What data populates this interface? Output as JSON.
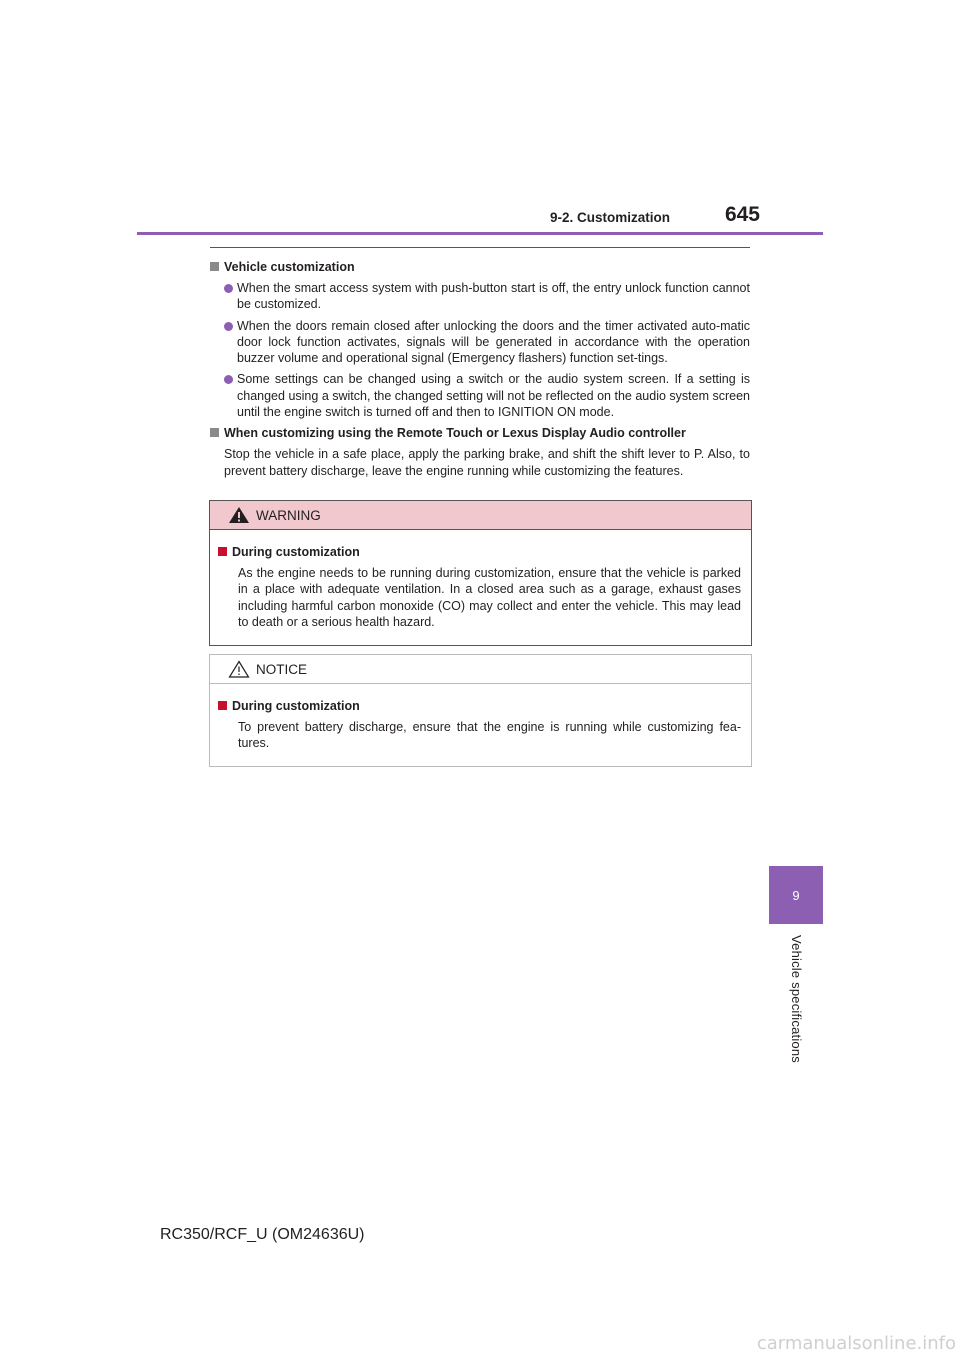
{
  "header": {
    "section": "9-2. Customization",
    "page_number": "645"
  },
  "sections": {
    "vehicle_customization": {
      "heading": "Vehicle customization",
      "bullets": [
        "When the smart access system with push-button start is off, the entry unlock function cannot be customized.",
        "When the doors remain closed after unlocking the doors and the timer activated auto-matic door lock function activates, signals will be generated in accordance with the operation buzzer volume and operational signal (Emergency flashers) function set-tings.",
        "Some settings can be changed using a switch or the audio system screen. If a setting is changed using a switch, the changed setting will not be reflected on the audio system screen until the engine switch is turned off and then to IGNITION ON mode."
      ]
    },
    "remote_touch": {
      "heading": "When customizing using the Remote Touch or Lexus Display Audio controller",
      "text": "Stop the vehicle in a safe place, apply the parking brake, and shift the shift lever to P. Also, to prevent battery discharge, leave the engine running while customizing the features."
    }
  },
  "warning_box": {
    "title": "WARNING",
    "heading": "During customization",
    "text": "As the engine needs to be running during customization, ensure that the vehicle is parked in a place with adequate ventilation. In a closed area such as a garage, exhaust gases including harmful carbon monoxide (CO) may collect and enter the vehicle. This may lead to death or a serious health hazard."
  },
  "notice_box": {
    "title": "NOTICE",
    "heading": "During customization",
    "text": "To prevent battery discharge, ensure that the engine is running while customizing fea-tures."
  },
  "sidebar": {
    "chapter_number": "9",
    "chapter_title": "Vehicle specifications"
  },
  "footer": {
    "code": "RC350/RCF_U (OM24636U)"
  },
  "watermark": {
    "text": "carmanualsonline.info"
  },
  "colors": {
    "accent": "#8c5fb2",
    "warning_bg": "#f0c8cd",
    "warning_square": "#c8102e"
  }
}
